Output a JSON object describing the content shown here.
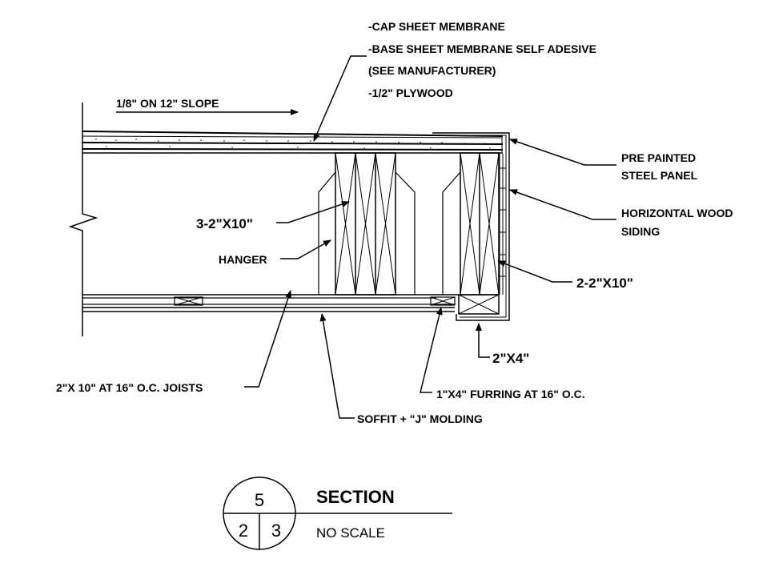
{
  "labels": {
    "cap_sheet": "-CAP SHEET MEMBRANE",
    "base_sheet": "-BASE SHEET MEMBRANE SELF ADESIVE",
    "see_manufacturer": "(SEE MANUFACTURER)",
    "plywood": "-1/2\" PLYWOOD",
    "slope": "1/8\" ON 12\" SLOPE",
    "pre_painted_1": "PRE PAINTED",
    "pre_painted_2": "STEEL PANEL",
    "siding_1": "HORIZONTAL WOOD",
    "siding_2": "SIDING",
    "beam_3": "3-2\"X10\"",
    "hanger": "HANGER",
    "beam_2": "2-2\"X10\"",
    "blocking": "2\"X4\"",
    "joists": "2\"X 10\" AT 16\" O.C. JOISTS",
    "furring": "1\"X4\" FURRING AT 16\" O.C.",
    "soffit": "SOFFIT + \"J\" MOLDING"
  },
  "section_marker": {
    "number": "5",
    "sheet_left": "2",
    "sheet_right": "3",
    "title": "SECTION",
    "scale": "NO SCALE"
  }
}
